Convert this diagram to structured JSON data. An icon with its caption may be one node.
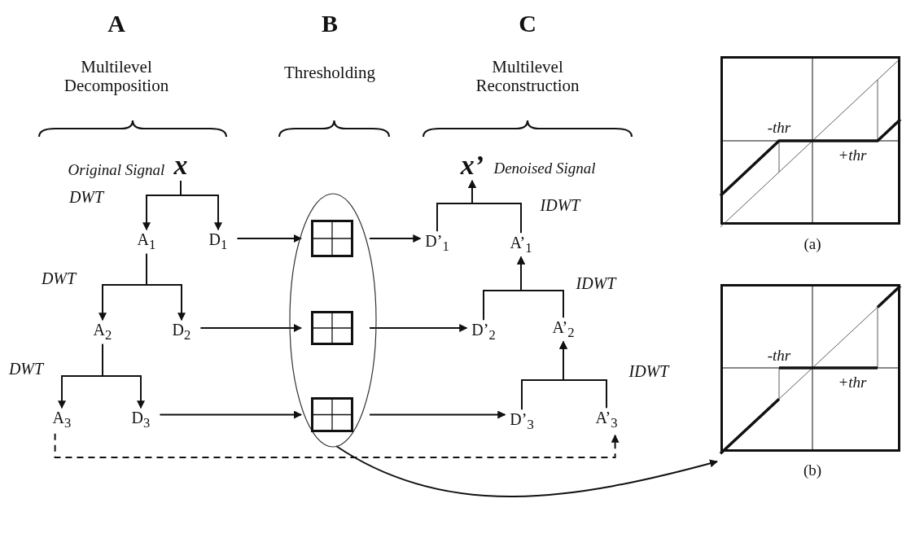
{
  "diagram": {
    "nodes": [
      {
        "text": [
          "x"
        ],
        "beside": [
          "Original Signal"
        ]
      },
      {
        "text": [
          "A$_{1}$"
        ]
      },
      {
        "text": [
          "D$_{1}$"
        ]
      },
      {
        "text": [
          "A$_{2}$"
        ]
      },
      {
        "text": [
          "D$_{2}$"
        ]
      },
      {
        "text": [
          "A$_{3}$"
        ]
      },
      {
        "text": [
          "D$_{3}$"
        ]
      },
      {
        "text": [],
        "shape": "ellipse"
      },
      {
        "text": [],
        "shape": "box",
        "in": 7
      },
      {
        "text": [],
        "shape": "box",
        "in": 7
      },
      {
        "text": [],
        "shape": "box",
        "in": 7
      },
      {
        "text": [
          "x’"
        ],
        "beside": [
          "Denoised Signal"
        ]
      },
      {
        "text": [
          "D’$_{1}$"
        ]
      },
      {
        "text": [
          "A’$_{1}$"
        ]
      },
      {
        "text": [
          "D’$_{2}$"
        ]
      },
      {
        "text": [
          "A’$_{2}$"
        ]
      },
      {
        "text": [
          "D’$_{3}$"
        ]
      },
      {
        "text": [
          "A’$_{3}$"
        ]
      },
      {
        "text": [],
        "shape": "picture"
      },
      {
        "text": [],
        "shape": "picture"
      }
    ],
    "edges": [
      {
        "from": 0,
        "to": 1,
        "arrow": "to"
      },
      {
        "from": 0,
        "to": 2,
        "arrow": "to"
      },
      {
        "from": 1,
        "to": 3,
        "arrow": "to"
      },
      {
        "from": 1,
        "to": 4,
        "arrow": "to"
      },
      {
        "from": 3,
        "to": 5,
        "arrow": "to"
      },
      {
        "from": 3,
        "to": 6,
        "arrow": "to"
      },
      {
        "from": 2,
        "to": 8,
        "arrow": "to"
      },
      {
        "from": 8,
        "to": 12,
        "arrow": "to"
      },
      {
        "from": 4,
        "to": 9,
        "arrow": "to"
      },
      {
        "from": 9,
        "to": 14,
        "arrow": "to"
      },
      {
        "from": 6,
        "to": 10,
        "arrow": "to"
      },
      {
        "from": 10,
        "to": 16,
        "arrow": "to"
      },
      {
        "from": 12,
        "to": 11,
        "arrow": "to"
      },
      {
        "from": 13,
        "to": 11,
        "arrow": "to"
      },
      {
        "from": 14,
        "to": 13,
        "arrow": "to"
      },
      {
        "from": 15,
        "to": 13,
        "arrow": "to"
      },
      {
        "from": 16,
        "to": 15,
        "arrow": "to"
      },
      {
        "from": 17,
        "to": 15,
        "arrow": "to"
      },
      {
        "from": 5,
        "to": 17,
        "arrow": "to",
        "style": "dashed"
      },
      {
        "from": 7,
        "to": 19,
        "arrow": "to"
      }
    ],
    "labels": [
      "A",
      "B",
      "C",
      "Multilevel Decomposition",
      "Thresholding",
      "Multilevel Reconstruction",
      "-thr",
      "+thr",
      "DWT",
      "IDWT",
      "(a)",
      "DWT",
      "IDWT",
      "-thr",
      "+thr",
      "DWT",
      "IDWT",
      "(b)"
    ]
  }
}
